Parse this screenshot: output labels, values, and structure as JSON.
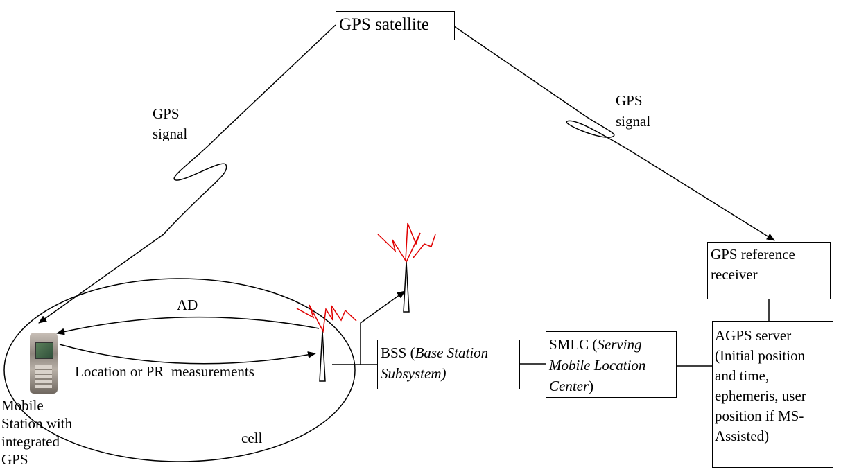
{
  "satellite": {
    "label": "GPS satellite"
  },
  "signal_left": {
    "line1": "GPS",
    "line2": "signal"
  },
  "signal_right": {
    "line1": "GPS",
    "line2": "signal"
  },
  "ref_receiver": {
    "line1": "GPS reference",
    "line2": "receiver"
  },
  "agps": {
    "lines": [
      "AGPS server",
      "(Initial position",
      "and time,",
      "ephemeris, user",
      "position if MS-",
      "Assisted)"
    ]
  },
  "bss": {
    "prefix": "BSS (",
    "italic1": "Base Station",
    "italic2": "Subsystem)"
  },
  "smlc": {
    "prefix": "SMLC (",
    "italic1": "Serving",
    "italic2": "Mobile Location",
    "italic3": "Center",
    "suffix": ")"
  },
  "arrow_ad": {
    "label": "AD"
  },
  "arrow_meas": {
    "label": "Location or PR  measurements"
  },
  "cell": {
    "label": "cell"
  },
  "mobile": {
    "lines": [
      "Mobile",
      "Station with",
      "integrated",
      "GPS"
    ]
  },
  "colors": {
    "antenna_wave": "#e00000",
    "line": "#000000"
  }
}
